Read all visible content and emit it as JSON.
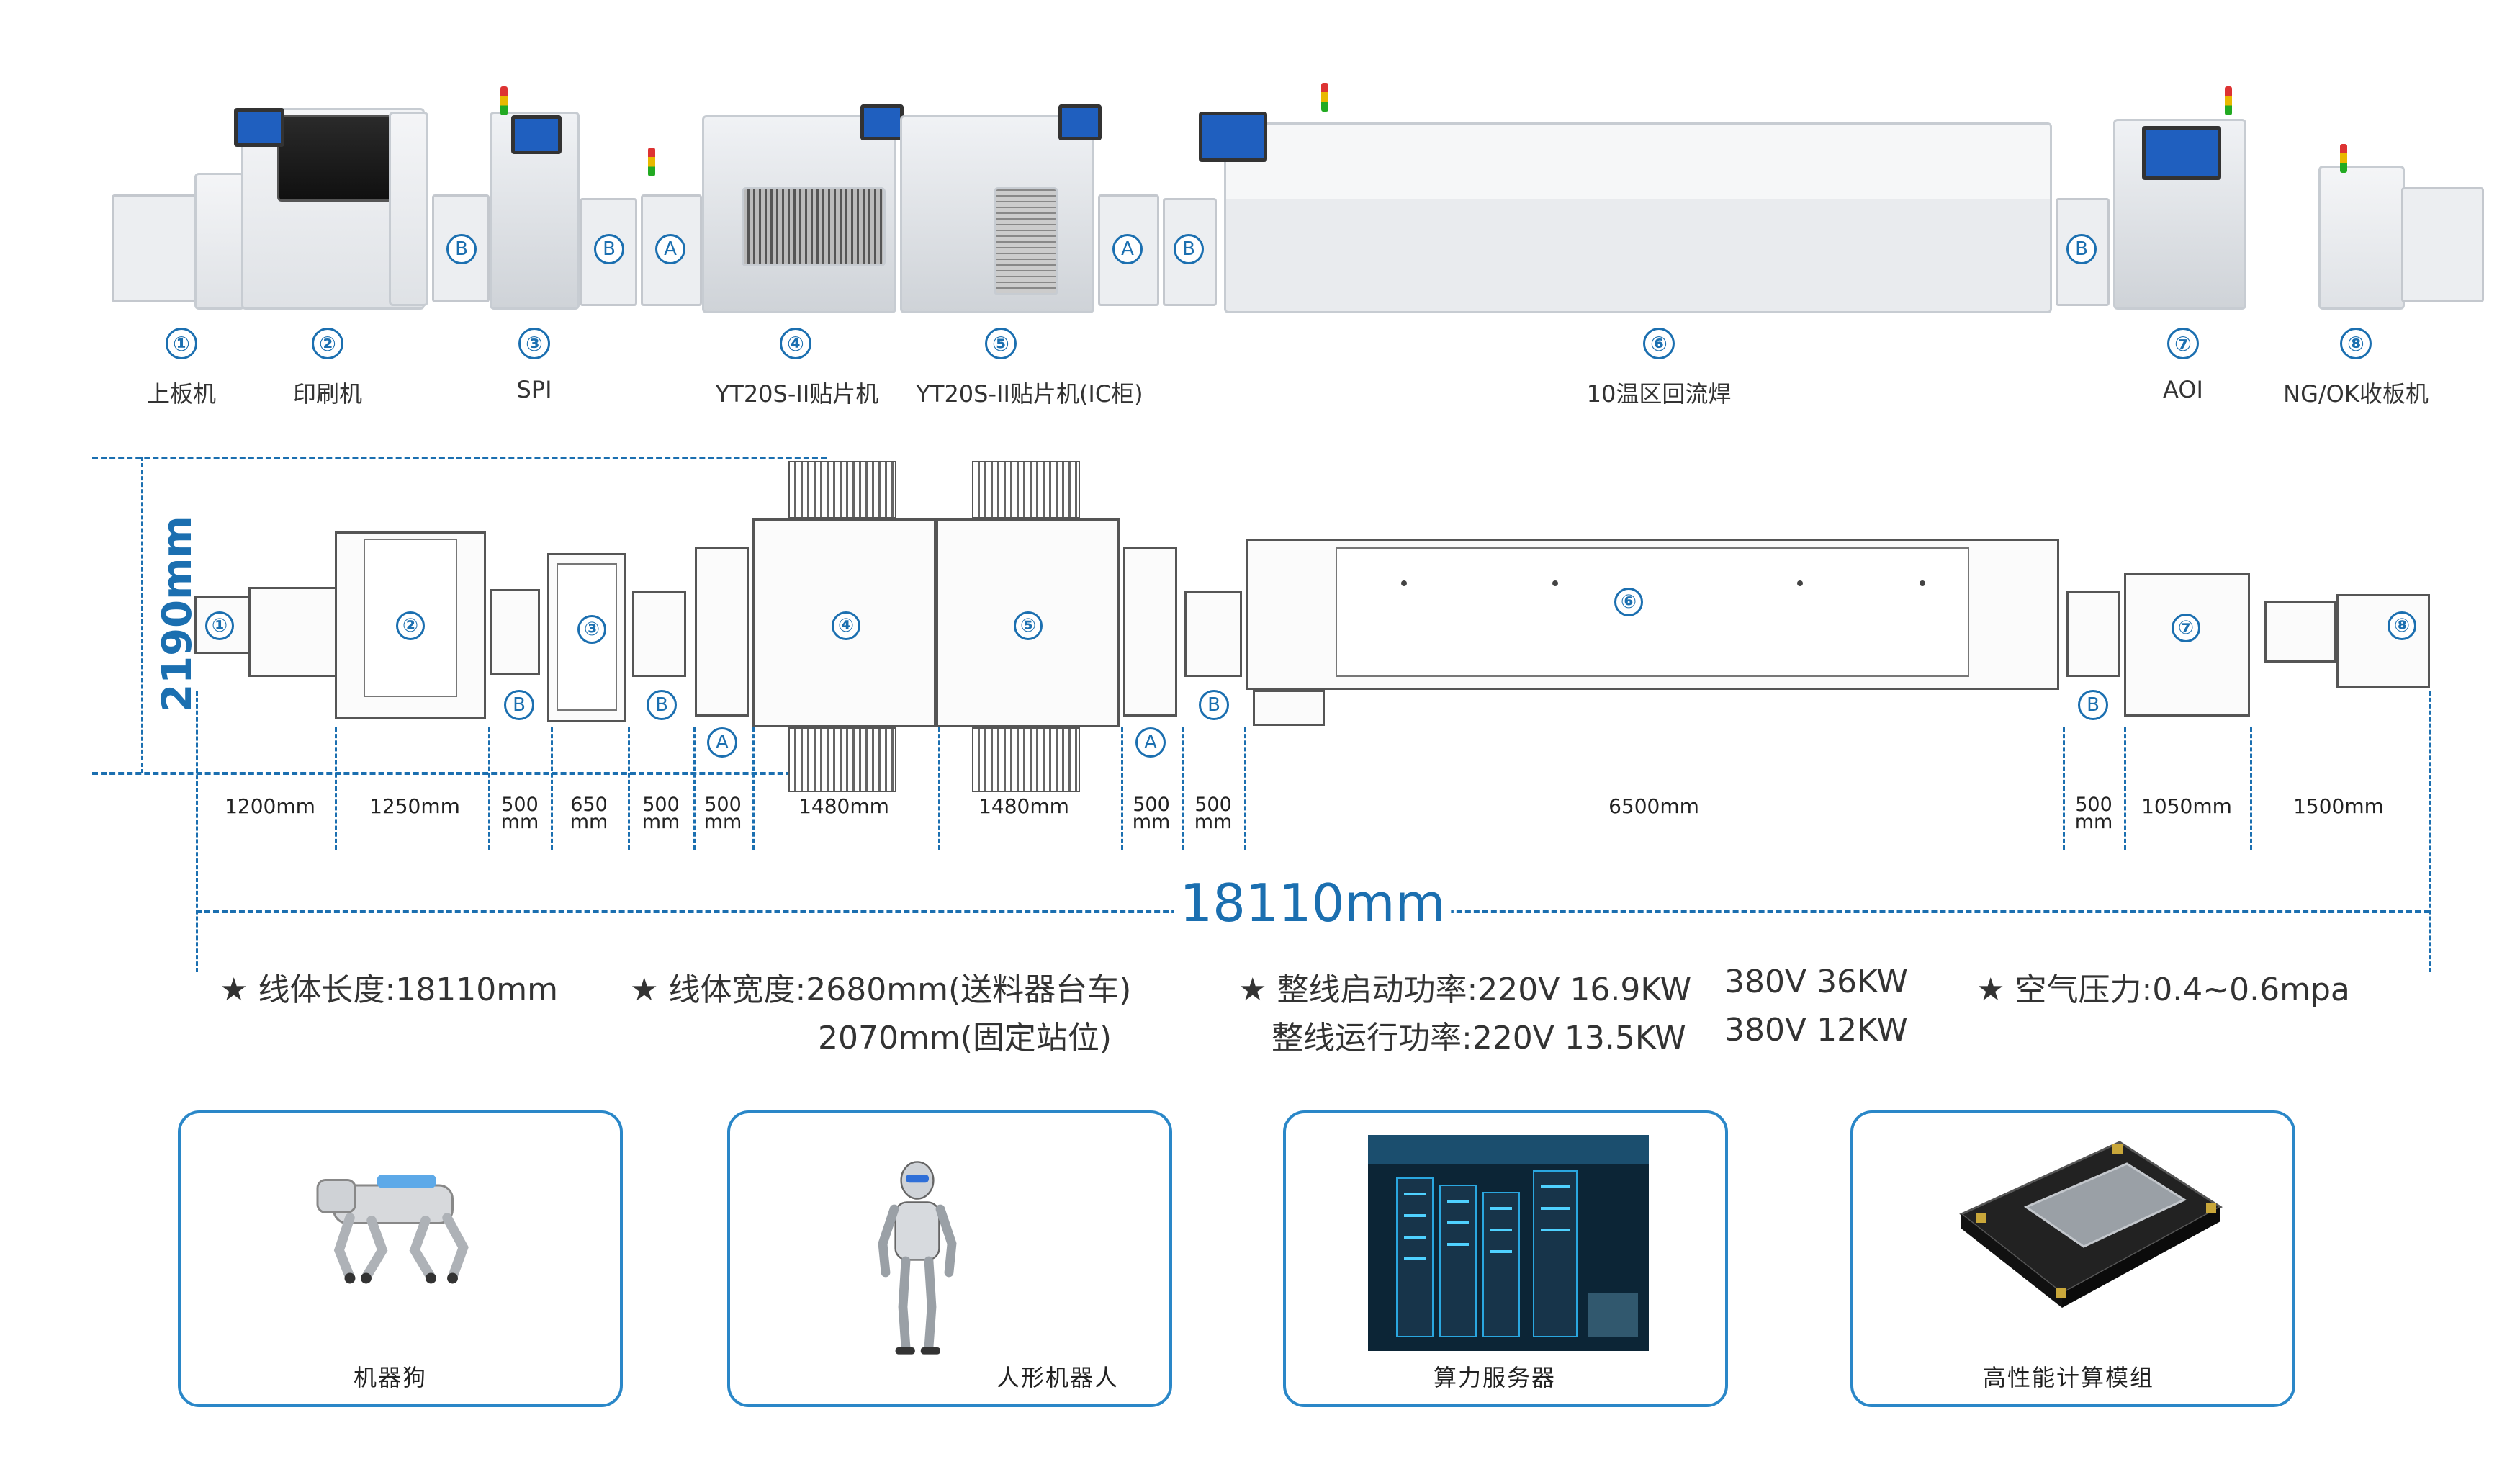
{
  "machines": [
    {
      "num": "①",
      "label": "上板机"
    },
    {
      "num": "②",
      "label": "印刷机"
    },
    {
      "num": "③",
      "label": "SPI"
    },
    {
      "num": "④",
      "label": "YT20S-II贴片机"
    },
    {
      "num": "⑤",
      "label": "YT20S-II贴片机(IC柜)"
    },
    {
      "num": "⑥",
      "label": "10温区回流焊"
    },
    {
      "num": "⑦",
      "label": "AOI"
    },
    {
      "num": "⑧",
      "label": "NG/OK收板机"
    }
  ],
  "conveyor_badges": {
    "a": "A",
    "b": "B"
  },
  "plan_numbers": [
    "①",
    "②",
    "③",
    "④",
    "⑤",
    "⑥",
    "⑦",
    "⑧"
  ],
  "dimensions": {
    "height": "2190mm",
    "total": "18110mm",
    "segments": [
      {
        "value": "1200mm"
      },
      {
        "value": "1250mm"
      },
      {
        "value": "500",
        "unit": "mm"
      },
      {
        "value": "650",
        "unit": "mm"
      },
      {
        "value": "500",
        "unit": "mm"
      },
      {
        "value": "500",
        "unit": "mm"
      },
      {
        "value": "1480mm"
      },
      {
        "value": "1480mm"
      },
      {
        "value": "500",
        "unit": "mm"
      },
      {
        "value": "500",
        "unit": "mm"
      },
      {
        "value": "6500mm"
      },
      {
        "value": "500",
        "unit": "mm"
      },
      {
        "value": "1050mm"
      },
      {
        "value": "1500mm"
      }
    ]
  },
  "specs": {
    "star": "★",
    "length": "线体长度:18110mm",
    "width1": "线体宽度:2680mm(送料器台车)",
    "width2": "2070mm(固定站位)",
    "power_start": "整线启动功率:220V 16.9KW",
    "power_start_380": "380V 36KW",
    "power_run": "整线运行功率:220V 13.5KW",
    "power_run_380": "380V 12KW",
    "air": "空气压力:0.4~0.6mpa"
  },
  "applications": [
    {
      "label": "机器狗",
      "icon": "robot-dog-icon"
    },
    {
      "label": "人形机器人",
      "icon": "humanoid-robot-icon"
    },
    {
      "label": "算力服务器",
      "icon": "server-room-icon"
    },
    {
      "label": "高性能计算模组",
      "icon": "compute-module-icon"
    }
  ],
  "colors": {
    "accent": "#1b6fb0",
    "card_border": "#2a87c8"
  }
}
